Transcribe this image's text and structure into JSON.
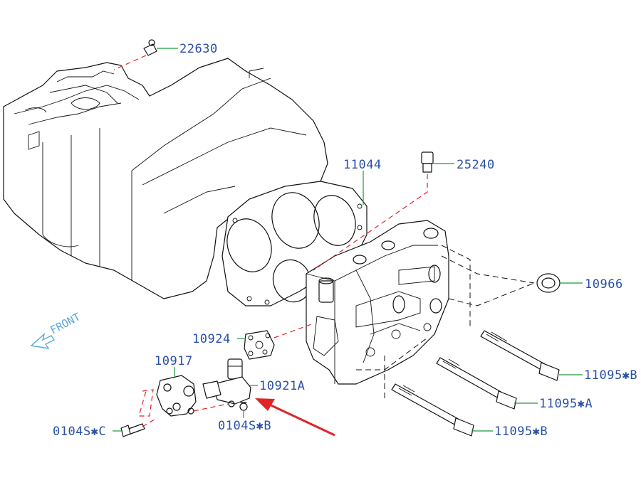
{
  "diagram": {
    "front_label": "FRONT",
    "accent_arrow_color": "#e0242a",
    "label_color": "#2a4fa8",
    "leader_color": "#1b9a3a",
    "front_color": "#5aa7d8",
    "callouts": {
      "p22630": "22630",
      "p25240": "25240",
      "p11044": "11044",
      "p10966": "10966",
      "p10924": "10924",
      "p10917": "10917",
      "p10921A": "10921A",
      "p11095B_upper": "11095✱B",
      "p11095A": "11095✱A",
      "p11095B_lower": "11095✱B",
      "p0104SC": "0104S✱C",
      "p0104SB": "0104S✱B"
    }
  }
}
